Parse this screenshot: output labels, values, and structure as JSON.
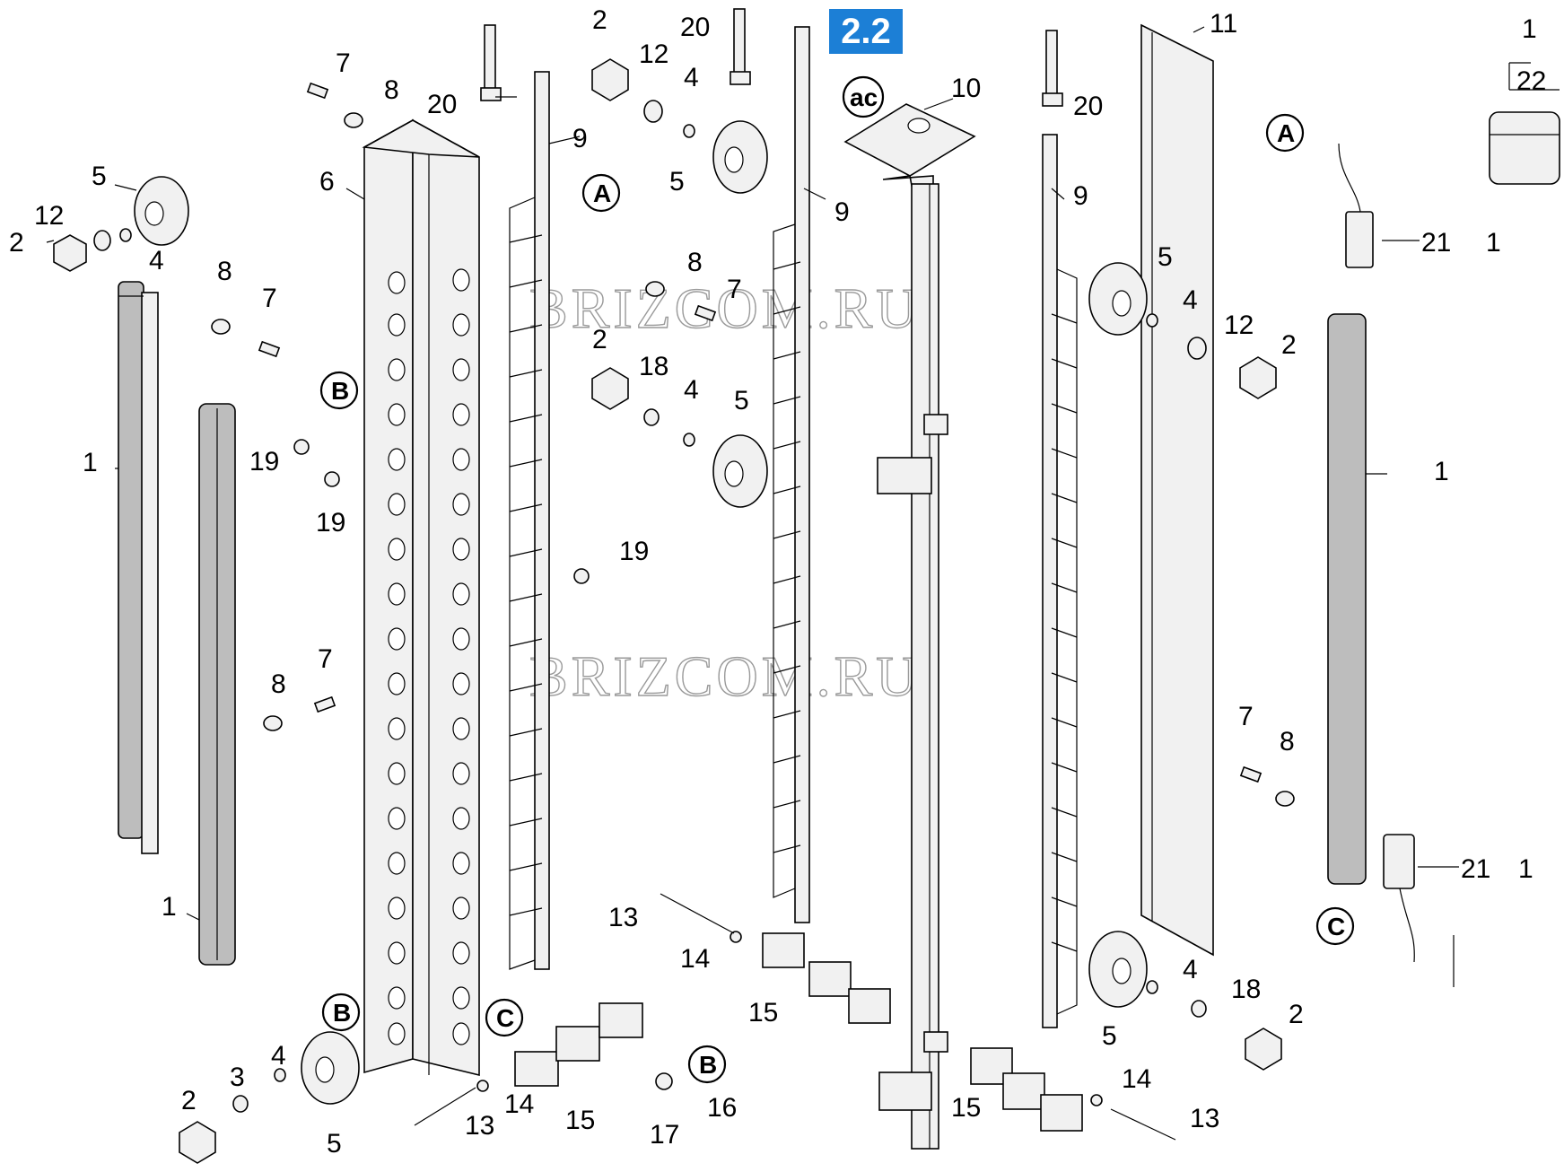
{
  "section_badge": "2.2",
  "watermark": "BRIZCOM.RU",
  "reference_marks": {
    "A": "A",
    "B": "B",
    "C": "C",
    "ac": "ac"
  },
  "callouts": [
    "1",
    "2",
    "3",
    "4",
    "5",
    "6",
    "7",
    "8",
    "9",
    "10",
    "11",
    "12",
    "13",
    "14",
    "15",
    "16",
    "17",
    "18",
    "19",
    "20",
    "21",
    "22"
  ],
  "colors": {
    "badge": "#1c7fd6",
    "line": "#000000",
    "watermark": "#9a9a9a",
    "part_fill": "#f1f1f1",
    "grille_fill": "#bdbdbd"
  }
}
